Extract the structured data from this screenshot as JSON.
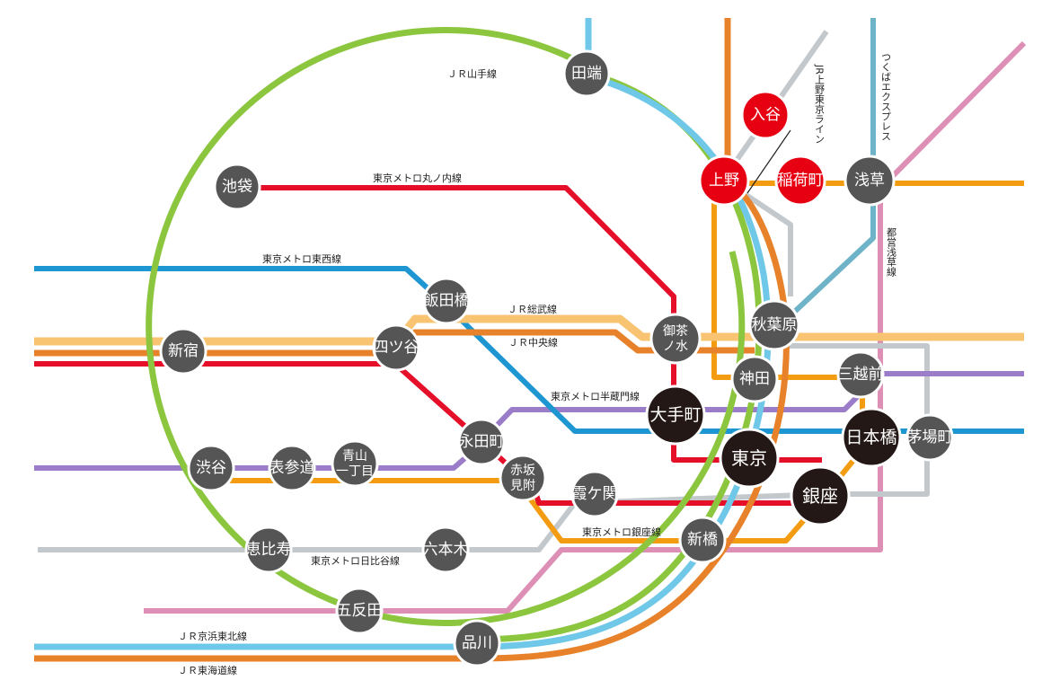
{
  "colors": {
    "yamanote": "#8cc63f",
    "keihin_tohoku": "#6fc8e8",
    "tokaido": "#e8822a",
    "chuo": "#e8822a",
    "sobu": "#f8c471",
    "marunouchi": "#e60f2a",
    "tozai": "#1e96d2",
    "hanzomon": "#9b7cc8",
    "ginza": "#f39c12",
    "hibiya": "#c3c8cc",
    "asakusa": "#dd8fb5",
    "tsukuba": "#6fb3c8",
    "ueno_tokyo": "#c3c8cc",
    "station_default": "#555555",
    "station_major": "#231815",
    "station_highlight": "#e60012"
  },
  "line_labels": {
    "yamanote": "ＪＲ山手線",
    "marunouchi": "東京メトロ丸ノ内線",
    "tozai": "東京メトロ東西線",
    "sobu": "ＪＲ総武線",
    "chuo": "ＪＲ中央線",
    "hanzomon": "東京メトロ半蔵門線",
    "ginza": "東京メトロ銀座線",
    "hibiya": "東京メトロ日比谷線",
    "keihin_tohoku": "ＪＲ京浜東北線",
    "tokaido": "ＪＲ東海道線",
    "ueno_tokyo": "JR上野東京ライン",
    "tsukuba": "つくばエクスプレス",
    "asakusa": "都営浅草線"
  },
  "stations": {
    "tabata": "田端",
    "ikebukuro": "池袋",
    "shinjuku": "新宿",
    "shibuya": "渋谷",
    "ebisu": "恵比寿",
    "gotanda": "五反田",
    "shinagawa": "品川",
    "iidabashi": "飯田橋",
    "yotsuya": "四ツ谷",
    "nagatacho": "永田町",
    "omotesando": "表参道",
    "aoyama_itchome": "青山一丁目",
    "akasaka_mitsuke": "赤坂見附",
    "roppongi": "六本木",
    "kasumigaseki": "霞ケ関",
    "ochanomizu": "御茶ノ水",
    "otemachi": "大手町",
    "tokyo": "東京",
    "kanda": "神田",
    "akihabara": "秋葉原",
    "mitsukoshimae": "三越前",
    "nihombashi": "日本橋",
    "kayabacho": "茅場町",
    "ginza": "銀座",
    "shimbashi": "新橋",
    "ueno": "上野",
    "iriya": "入谷",
    "inaricho": "稲荷町",
    "asakusa": "浅草"
  }
}
